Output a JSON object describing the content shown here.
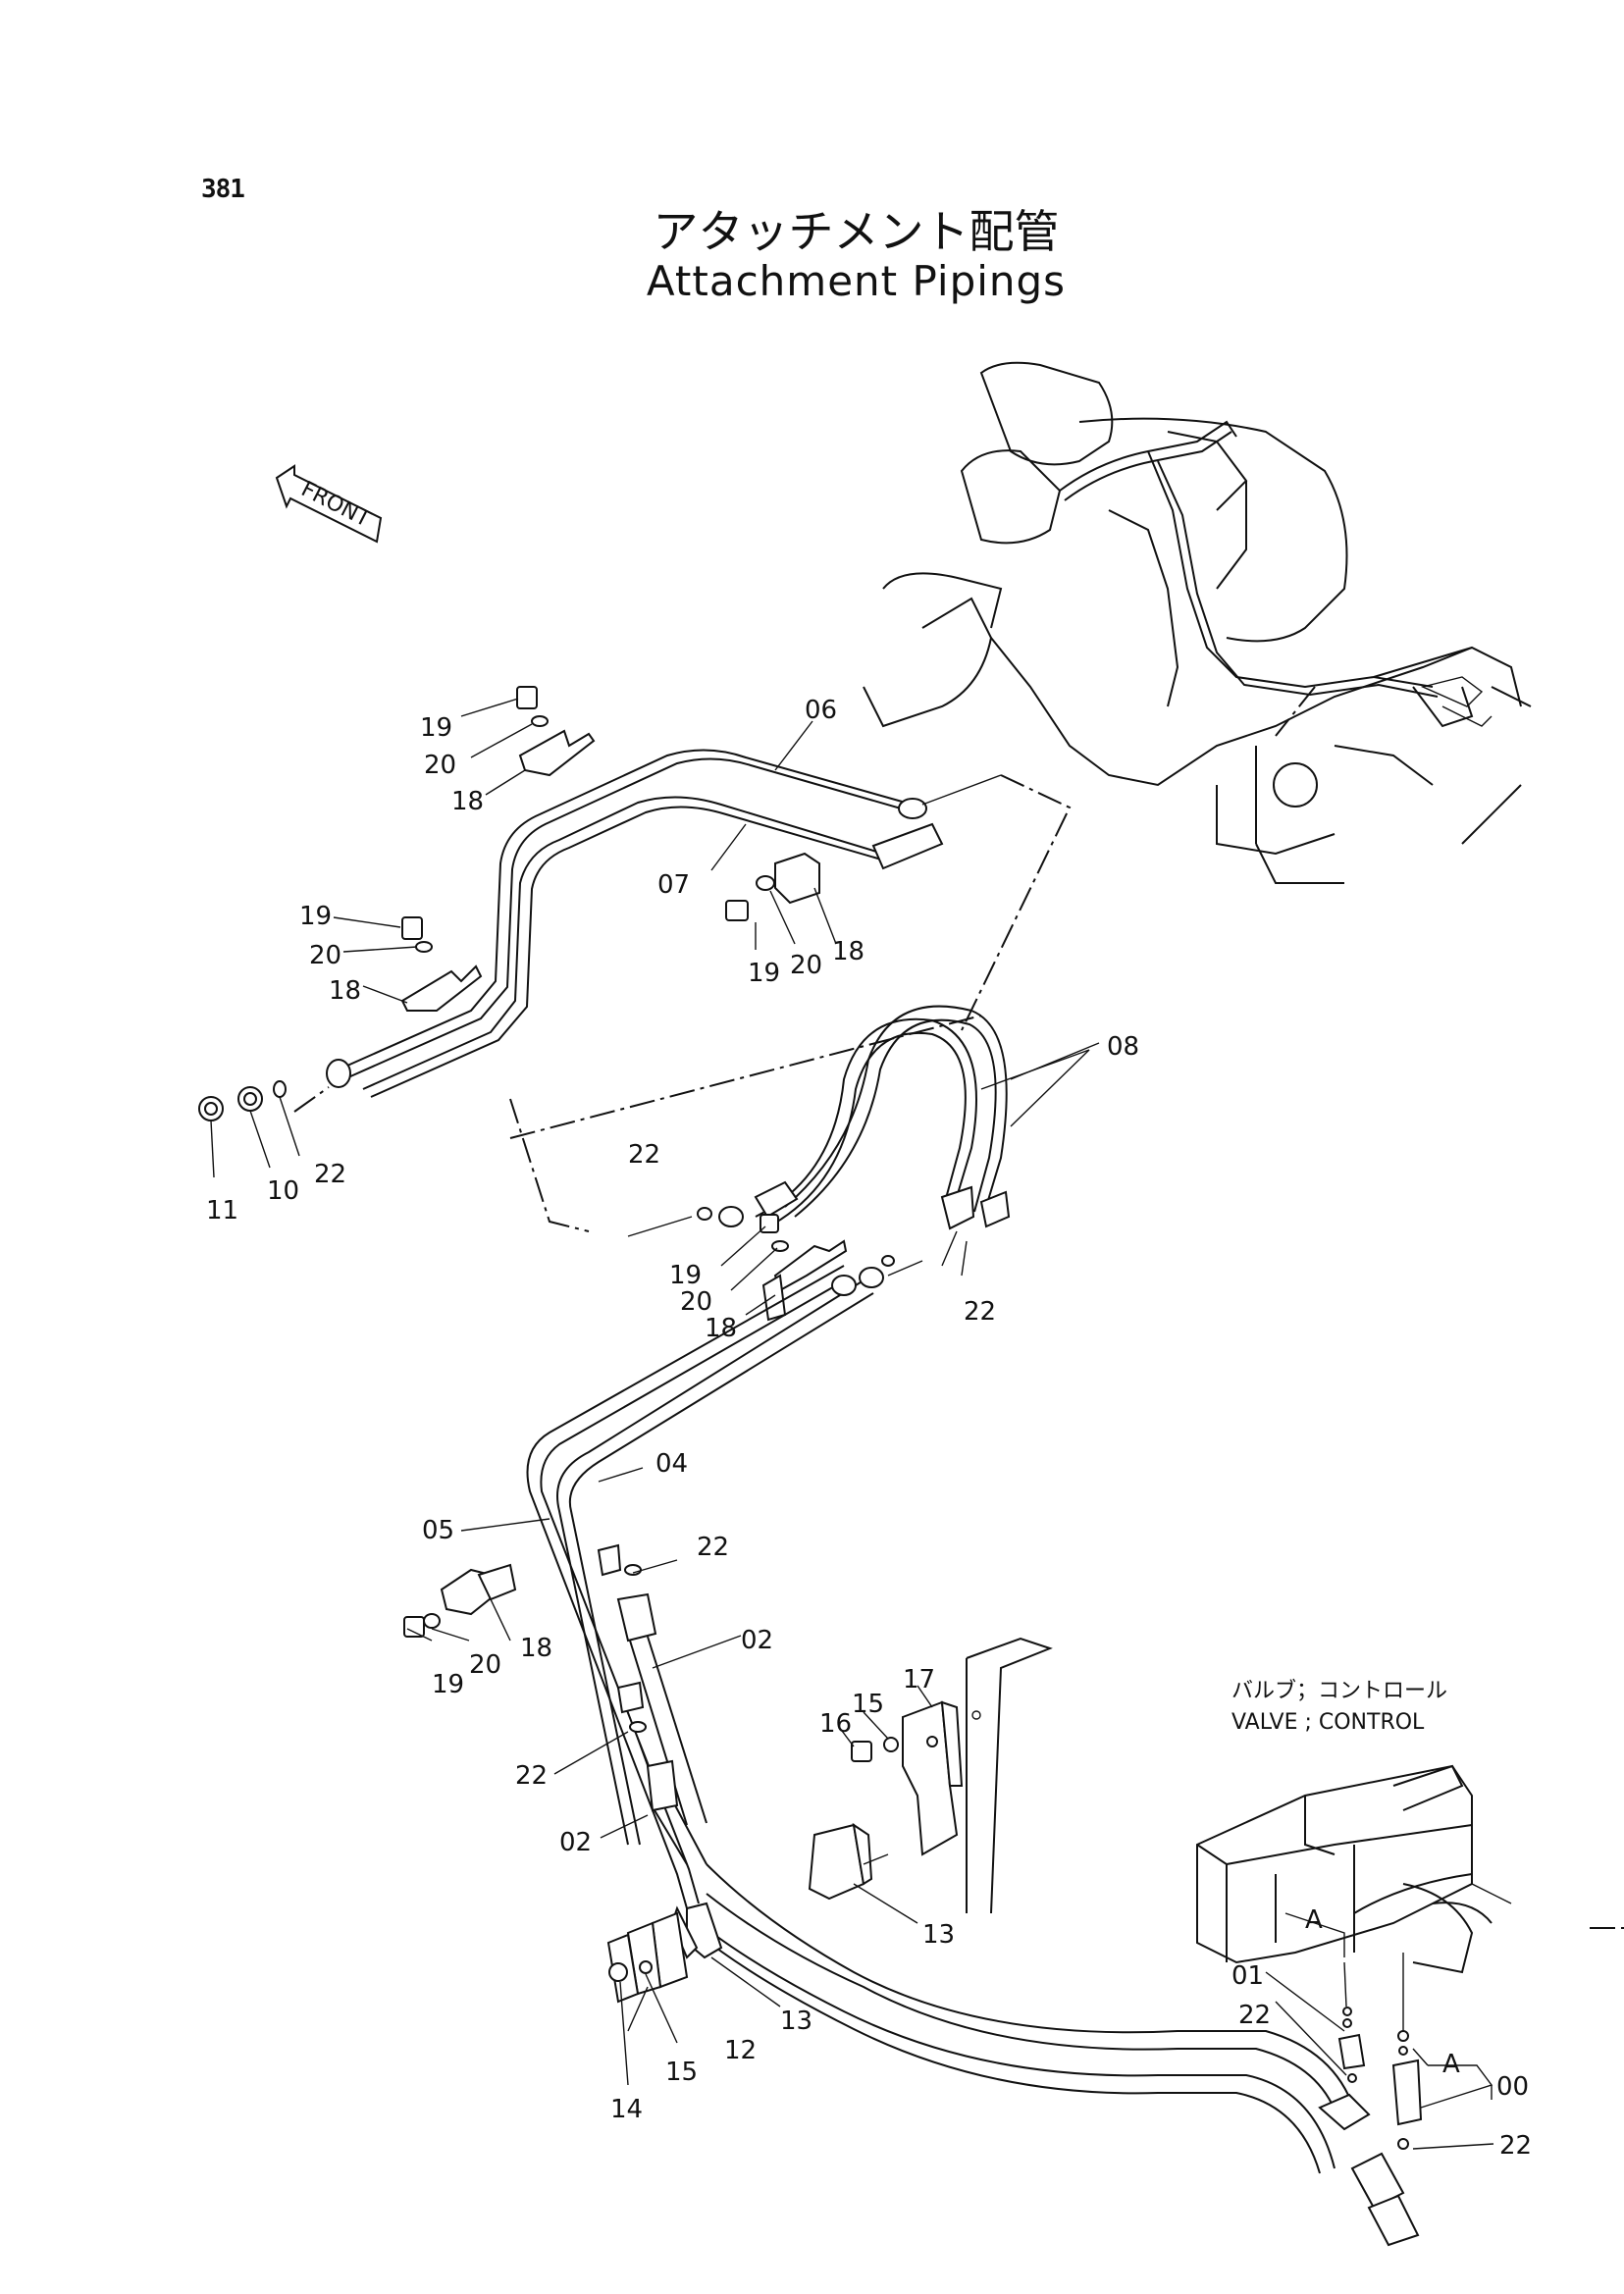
{
  "page_number": "381",
  "title_ja": "アタッチメント配管",
  "title_en": "Attachment Pipings",
  "front_marker": "FRONT",
  "valve_label_ja": "バルブ；コントロール",
  "valve_label_en": "VALVE ; CONTROL",
  "callouts": {
    "c00": "00",
    "c01": "01",
    "c02a": "02",
    "c02b": "02",
    "c04": "04",
    "c05": "05",
    "c06": "06",
    "c07": "07",
    "c08": "08",
    "c10": "10",
    "c11": "11",
    "c12": "12",
    "c13a": "13",
    "c13b": "13",
    "c14": "14",
    "c15a": "15",
    "c15b": "15",
    "c16": "16",
    "c17": "17",
    "c18a": "18",
    "c18b": "18",
    "c18c": "18",
    "c18d": "18",
    "c18e": "18",
    "c19a": "19",
    "c19b": "19",
    "c19c": "19",
    "c19d": "19",
    "c19e": "19",
    "c20a": "20",
    "c20b": "20",
    "c20c": "20",
    "c20d": "20",
    "c20e": "20",
    "c22a": "22",
    "c22b": "22",
    "c22c": "22",
    "c22d": "22",
    "c22e": "22",
    "c22f": "22",
    "c22g": "22",
    "cAa": "A",
    "cAb": "A"
  }
}
